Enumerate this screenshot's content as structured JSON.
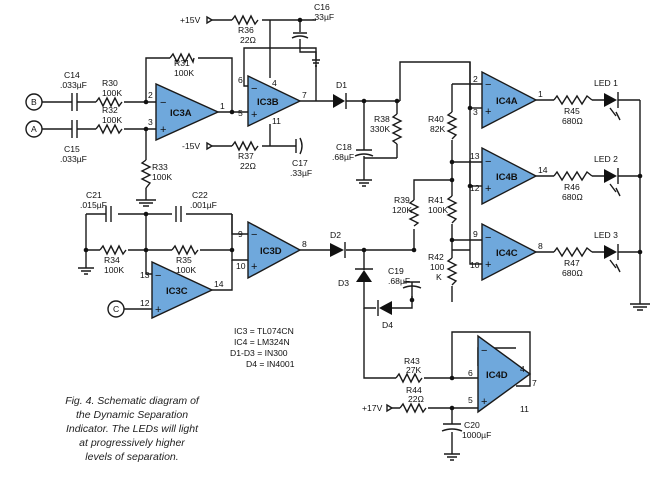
{
  "inputs": {
    "b": "B",
    "a": "A",
    "c": "C"
  },
  "supplies": {
    "plus15": "+15V",
    "minus15": "-15V",
    "plus17": "+17V"
  },
  "components": {
    "c14": [
      "C14",
      ".033µF"
    ],
    "c15": [
      "C15",
      ".033µF"
    ],
    "r30": [
      "R30",
      "100K"
    ],
    "r32": [
      "R32",
      "100K"
    ],
    "r31": [
      "R31",
      "100K"
    ],
    "r33": [
      "R33",
      "100K"
    ],
    "r36": [
      "R36",
      "22Ω"
    ],
    "c16": [
      "C16",
      ".33µF"
    ],
    "r37": [
      "R37",
      "22Ω"
    ],
    "c17": [
      "C17",
      ".33µF"
    ],
    "c18": [
      "C18",
      ".68µF"
    ],
    "r38": [
      "R38",
      "330K"
    ],
    "d1": "D1",
    "r40": [
      "R40",
      "82K"
    ],
    "r39": [
      "R39",
      "120K"
    ],
    "r41": [
      "R41",
      "100K"
    ],
    "r42": [
      "R42",
      "100",
      "K"
    ],
    "c21": [
      "C21",
      ".015µF"
    ],
    "c22": [
      "C22",
      ".001µF"
    ],
    "r34": [
      "R34",
      "100K"
    ],
    "r35": [
      "R35",
      "100K"
    ],
    "d2": "D2",
    "d3": "D3",
    "d4": "D4",
    "c19": [
      "C19",
      ".68µF"
    ],
    "r43": [
      "R43",
      "27K"
    ],
    "r44": [
      "R44",
      "22Ω"
    ],
    "c20": [
      "C20",
      "1000µF"
    ],
    "r45": [
      "R45",
      "680Ω"
    ],
    "r46": [
      "R46",
      "680Ω"
    ],
    "r47": [
      "R47",
      "680Ω"
    ]
  },
  "ics": {
    "ic3a": "IC3A",
    "ic3b": "IC3B",
    "ic3c": "IC3C",
    "ic3d": "IC3D",
    "ic4a": "IC4A",
    "ic4b": "IC4B",
    "ic4c": "IC4C",
    "ic4d": "IC4D"
  },
  "leds": {
    "led1": "LED 1",
    "led2": "LED 2",
    "led3": "LED 3"
  },
  "notes": [
    "IC3 = TL074CN",
    "IC4 = LM324N",
    "D1-D3 = IN300",
    "D4 = IN4001"
  ],
  "caption": [
    "Fig. 4. Schematic diagram of",
    "the Dynamic Separation",
    "Indicator. The LEDs will light",
    "at progressively higher",
    "levels of separation."
  ]
}
